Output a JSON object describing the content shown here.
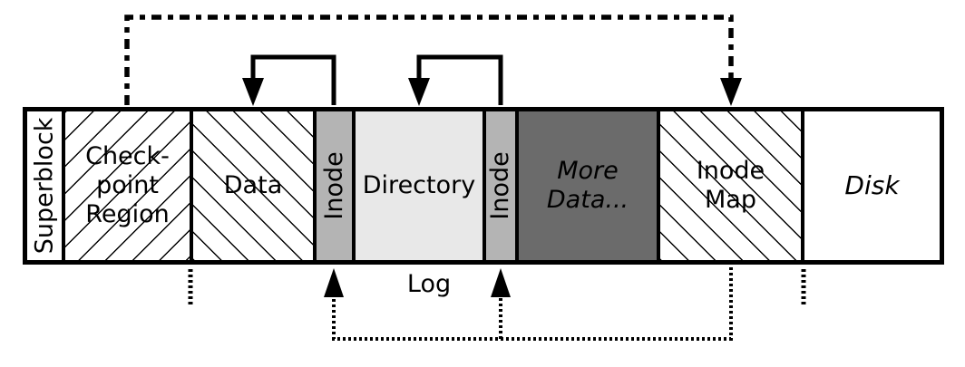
{
  "diagram": {
    "segments": {
      "superblock": {
        "label": "Superblock"
      },
      "checkpoint": {
        "label": "Check-\npoint\nRegion"
      },
      "data": {
        "label": "Data"
      },
      "inode1": {
        "label": "Inode"
      },
      "directory": {
        "label": "Directory"
      },
      "inode2": {
        "label": "Inode"
      },
      "more_data": {
        "label": "More\nData..."
      },
      "inode_map": {
        "label": "Inode\nMap"
      },
      "disk": {
        "label": "Disk"
      }
    },
    "labels": {
      "log": "Log"
    },
    "colors": {
      "inode_fill": "#b4b4b4",
      "directory_fill": "#e8e8e8",
      "more_data_fill": "#6b6b6b",
      "line": "#000000",
      "background": "#ffffff"
    },
    "connections": [
      {
        "from": "inode1",
        "to": "data",
        "style": "solid"
      },
      {
        "from": "inode2",
        "to": "directory",
        "style": "solid"
      },
      {
        "from": "checkpoint-region",
        "to": "inode-map",
        "style": "dash-dot"
      },
      {
        "from": "inode-map",
        "to": "inode1",
        "style": "dotted"
      },
      {
        "from": "inode-map",
        "to": "inode2",
        "style": "dotted"
      }
    ]
  }
}
